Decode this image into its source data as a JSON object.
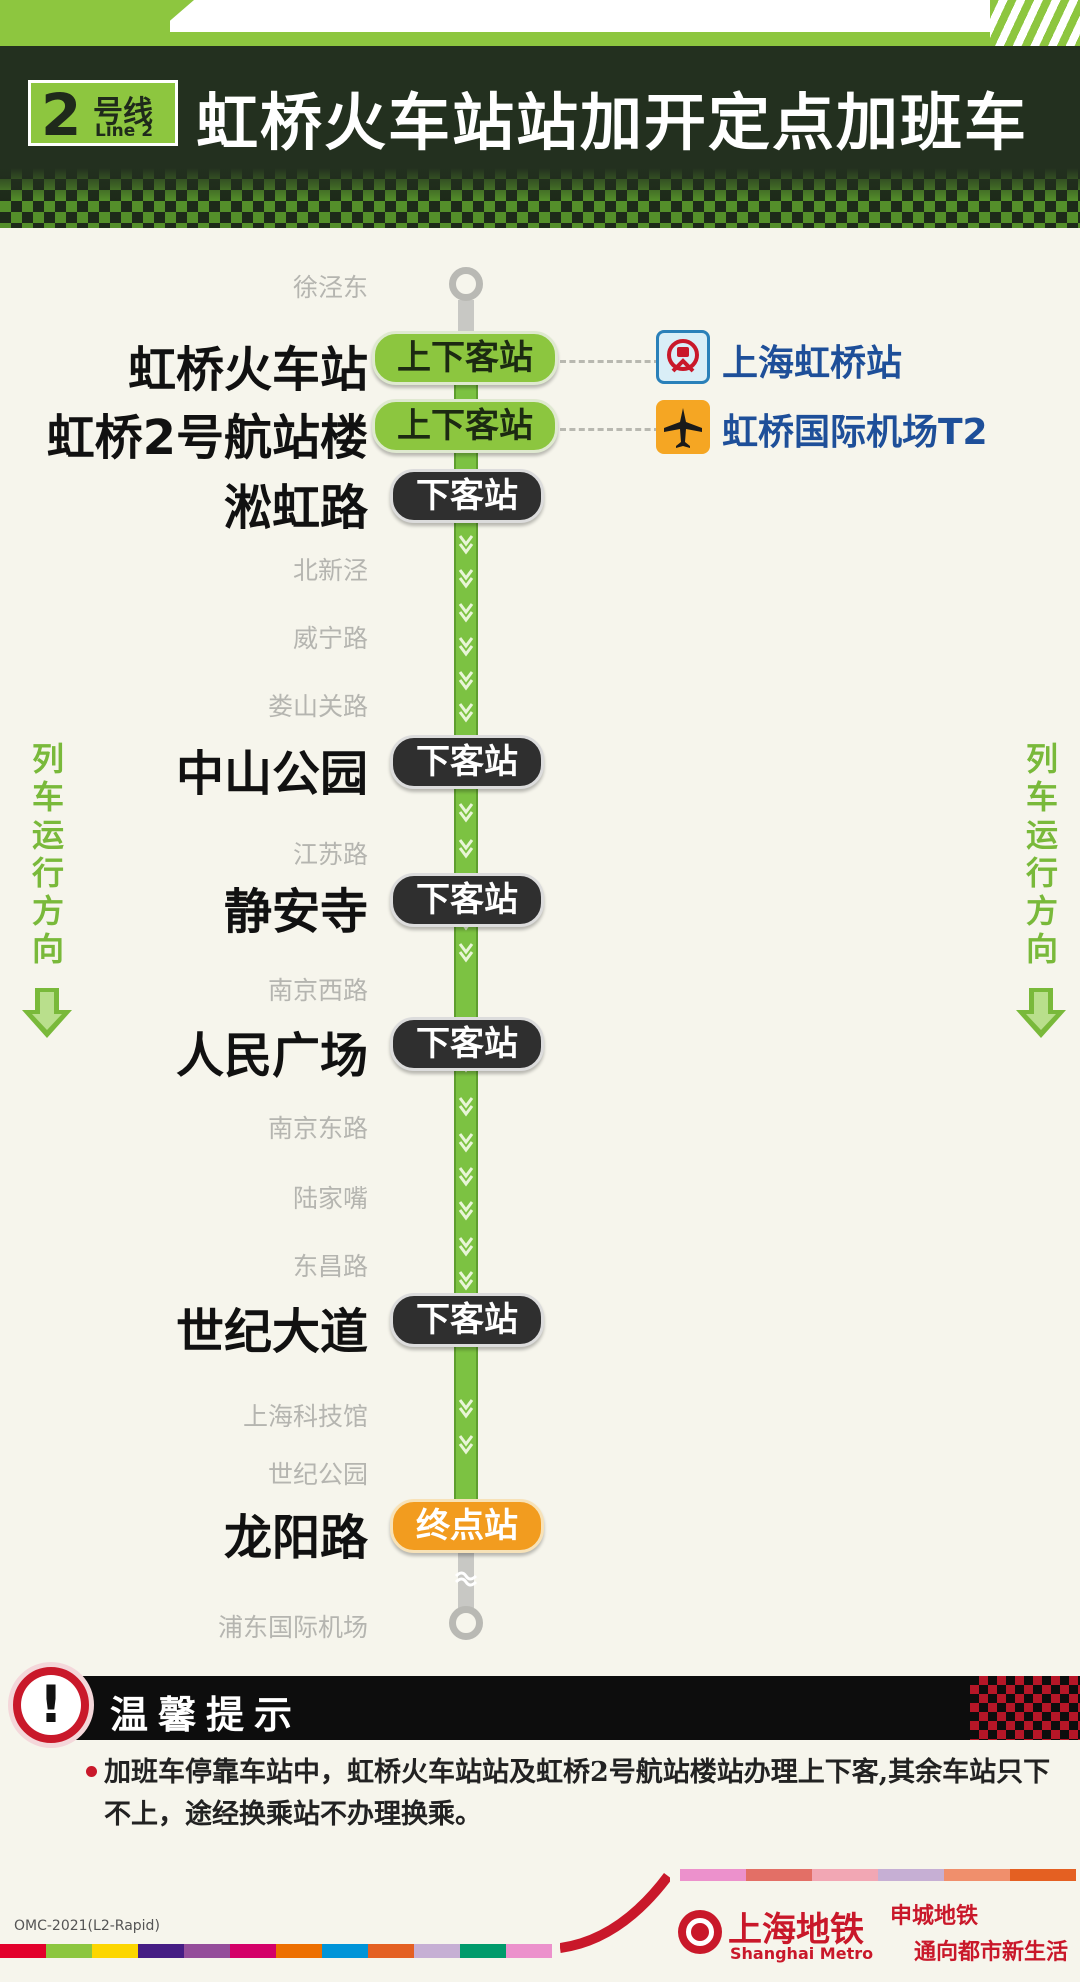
{
  "header": {
    "line_number": "2",
    "line_cn": "号线",
    "line_en": "Line 2",
    "title": "虹桥火车站站加开定点加班车"
  },
  "route": {
    "origin": "徐泾东",
    "destination_beyond": "浦东国际机场",
    "stations": [
      {
        "name": "虹桥火车站",
        "type": "major",
        "status": "上下客站"
      },
      {
        "name": "虹桥2号航站楼",
        "type": "major",
        "status": "上下客站"
      },
      {
        "name": "淞虹路",
        "type": "major",
        "status": "下客站"
      },
      {
        "name": "北新泾",
        "type": "minor"
      },
      {
        "name": "威宁路",
        "type": "minor"
      },
      {
        "name": "娄山关路",
        "type": "minor"
      },
      {
        "name": "中山公园",
        "type": "major",
        "status": "下客站"
      },
      {
        "name": "江苏路",
        "type": "minor"
      },
      {
        "name": "静安寺",
        "type": "major",
        "status": "下客站"
      },
      {
        "name": "南京西路",
        "type": "minor"
      },
      {
        "name": "人民广场",
        "type": "major",
        "status": "下客站"
      },
      {
        "name": "南京东路",
        "type": "minor"
      },
      {
        "name": "陆家嘴",
        "type": "minor"
      },
      {
        "name": "东昌路",
        "type": "minor"
      },
      {
        "name": "世纪大道",
        "type": "major",
        "status": "下客站"
      },
      {
        "name": "上海科技馆",
        "type": "minor"
      },
      {
        "name": "世纪公园",
        "type": "minor"
      },
      {
        "name": "龙阳路",
        "type": "major",
        "status": "终点站"
      }
    ],
    "transfers": [
      {
        "label": "上海虹桥站",
        "icon": "railway-icon"
      },
      {
        "label": "虹桥国际机场T2",
        "icon": "airplane-icon"
      }
    ],
    "direction_label": "列车运行方向"
  },
  "notice": {
    "title": "温馨提示",
    "text": "加班车停靠车站中，虹桥火车站站及虹桥2号航站楼站办理上下客,其余车站只下不上，途经换乘站不办理换乘。"
  },
  "footer": {
    "code": "OMC-2021(L2-Rapid)",
    "logo_cn": "上海地铁",
    "logo_en": "Shanghai Metro",
    "slogan_1": "申城地铁",
    "slogan_2": "通向都市新生活"
  },
  "colors": {
    "line_green": "#8dc63f",
    "header_dark": "#23301f",
    "pill_dark": "#2f2f2f",
    "pill_terminal": "#f29c1f",
    "transfer_blue": "#1e4f99",
    "brand_red": "#c9182a"
  }
}
